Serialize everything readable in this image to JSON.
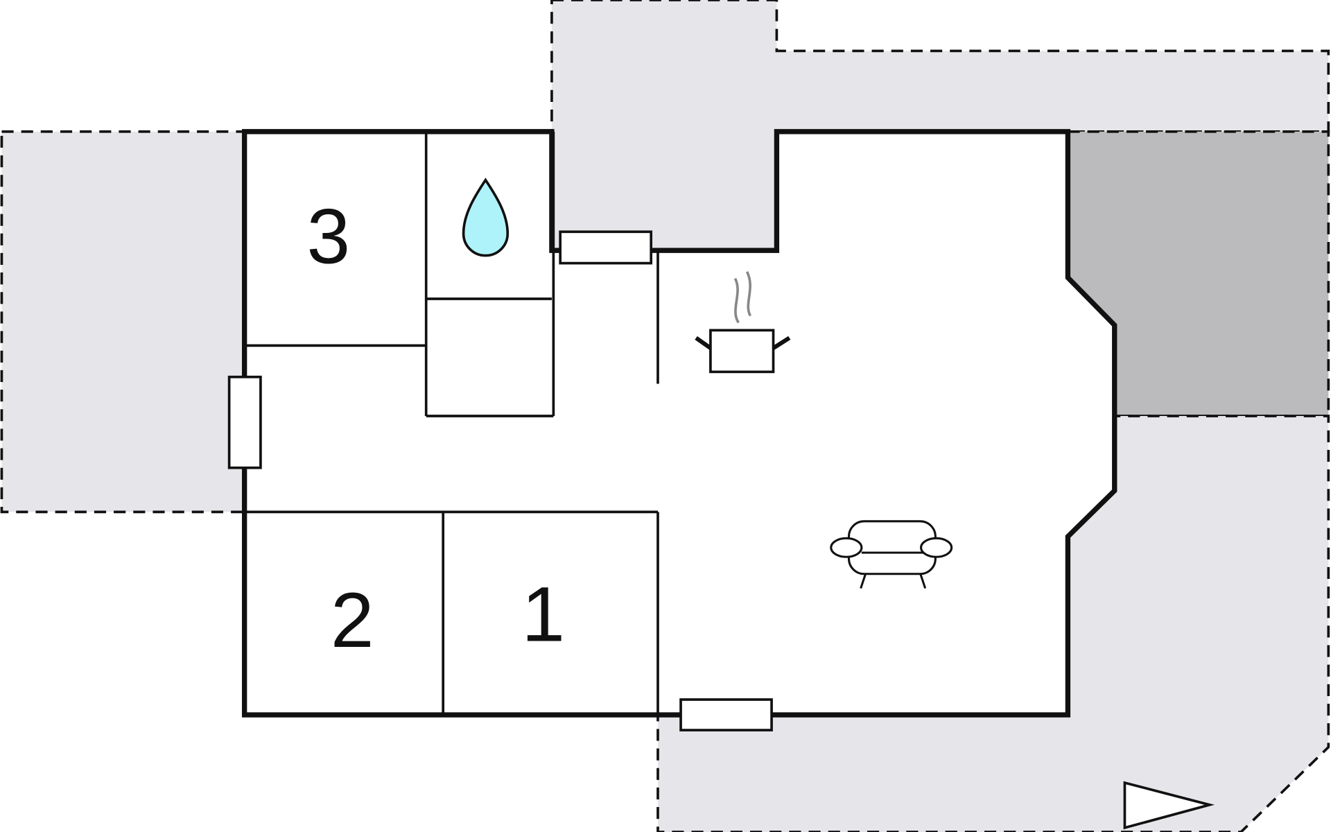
{
  "plan": {
    "rooms": [
      {
        "id": "bedroom-3",
        "label": "3"
      },
      {
        "id": "bedroom-2",
        "label": "2"
      },
      {
        "id": "bedroom-1",
        "label": "1"
      }
    ],
    "icons": [
      "water-drop-icon",
      "cooking-pot-icon",
      "sofa-icon",
      "north-arrow-icon"
    ]
  },
  "colors": {
    "terrace": "#e6e6ea",
    "covered_terrace": "#bbbbbd",
    "wall": "#111111",
    "bathroom_drop": "#aef3f9"
  }
}
